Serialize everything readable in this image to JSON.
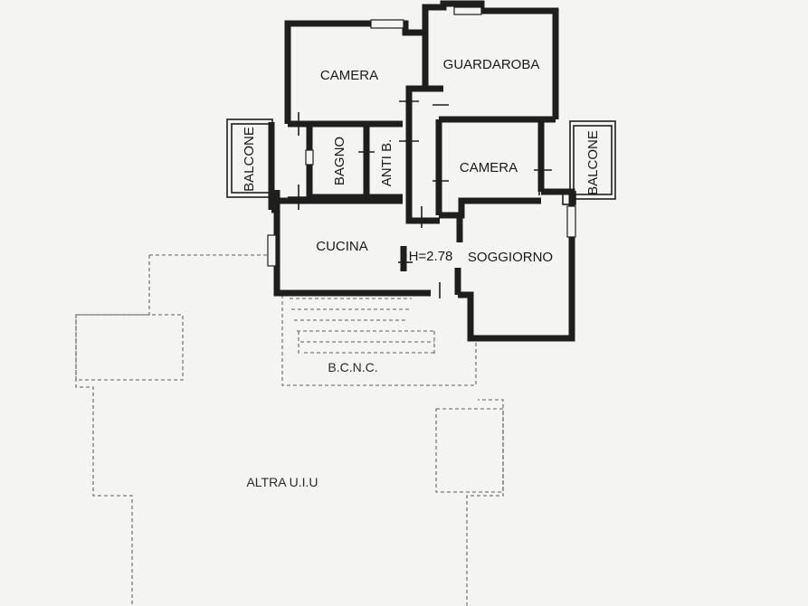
{
  "rooms": {
    "camera_1": "CAMERA",
    "guardaroba": "GUARDAROBA",
    "balcone_left": "BALCONE",
    "bagno": "BAGNO",
    "anti_bagno": "ANTI B.",
    "camera_2": "CAMERA",
    "balcone_right": "BALCONE",
    "cucina": "CUCINA",
    "height": "H=2.78",
    "soggiorno": "SOGGIORNO",
    "bcnc": "B.C.N.C.",
    "altra_uiu": "ALTRA U.I.U"
  }
}
